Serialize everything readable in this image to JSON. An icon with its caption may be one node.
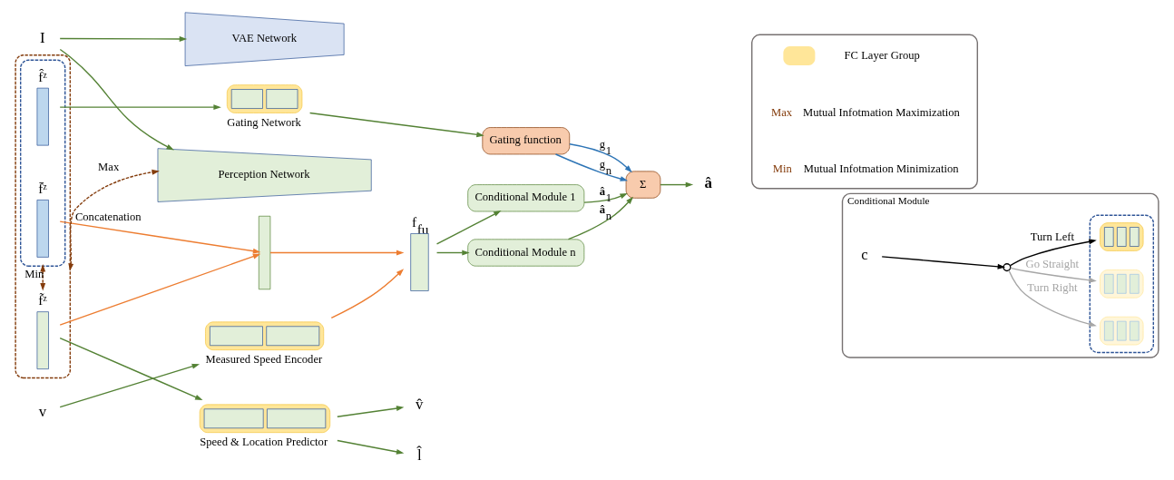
{
  "diagram": {
    "nodes": [
      {
        "text": [
          "I"
        ]
      },
      {
        "text": [
          "VAE Network"
        ]
      },
      {
        "text": [
          "Perception Network"
        ]
      },
      {
        "text": [],
        "shape": "box"
      },
      {
        "text": [],
        "shape": "box",
        "in": 3
      },
      {
        "text": [
          "f̂ᶻ"
        ],
        "in": 4
      },
      {
        "text": [
          "f̄ᶻ"
        ],
        "in": 4
      },
      {
        "text": [
          "f̃ᶻ"
        ],
        "in": 3
      },
      {
        "text": [
          "Gating Network"
        ]
      },
      {
        "text": [
          "Gating function"
        ]
      },
      {
        "text": [],
        "shape": "bar"
      },
      {
        "text": [
          "v"
        ]
      },
      {
        "text": [
          "Measured Speed Encoder"
        ]
      },
      {
        "text": [
          "f$_{fu}$"
        ]
      },
      {
        "text": [
          "Conditional Module 1"
        ]
      },
      {
        "text": [
          "Conditional Module n"
        ]
      },
      {
        "text": [
          "Σ"
        ]
      },
      {
        "text": [
          "**â**"
        ]
      },
      {
        "text": [
          "Speed & Location Predictor"
        ]
      },
      {
        "text": [
          "v̂"
        ]
      },
      {
        "text": [
          "l̂"
        ]
      },
      {
        "text": [],
        "shape": "box"
      },
      {
        "text": [
          "Conditional Module"
        ]
      },
      {
        "text": [
          "c"
        ],
        "in": 22
      },
      {
        "text": [],
        "shape": "circle",
        "in": 22
      },
      {
        "text": [],
        "shape": "box",
        "in": 22
      },
      {
        "text": [],
        "shape": "box",
        "in": 25
      },
      {
        "text": [],
        "shape": "box",
        "in": 25
      },
      {
        "text": [],
        "shape": "box",
        "in": 25
      }
    ],
    "edges": [
      {
        "from": 0,
        "to": 1,
        "arrow": "to"
      },
      {
        "from": 0,
        "to": 2,
        "arrow": "to"
      },
      {
        "from": 5,
        "to": 8,
        "arrow": "to"
      },
      {
        "from": 8,
        "to": 9,
        "arrow": "to"
      },
      {
        "from": 6,
        "to": 10,
        "arrow": "to",
        "label": "Concatenation",
        "color": "#ed7d31"
      },
      {
        "from": 7,
        "to": 10,
        "arrow": "to",
        "color": "#ed7d31"
      },
      {
        "from": 10,
        "to": 13,
        "arrow": "to",
        "color": "#ed7d31"
      },
      {
        "from": 11,
        "to": 12,
        "arrow": "to"
      },
      {
        "from": 12,
        "to": 13,
        "arrow": "to",
        "color": "#ed7d31"
      },
      {
        "from": 7,
        "to": 18,
        "arrow": "to"
      },
      {
        "from": 18,
        "to": 19,
        "arrow": "to"
      },
      {
        "from": 18,
        "to": 20,
        "arrow": "to"
      },
      {
        "from": 13,
        "to": 14,
        "arrow": "to"
      },
      {
        "from": 13,
        "to": 15,
        "arrow": "to"
      },
      {
        "from": 9,
        "to": 16,
        "arrow": "to",
        "label": "g$_{1}$",
        "color": "#2e75b6"
      },
      {
        "from": 9,
        "to": 16,
        "arrow": "to",
        "label": "g$_{n}$",
        "color": "#2e75b6"
      },
      {
        "from": 14,
        "to": 16,
        "arrow": "to",
        "label": "**â**$_{1}$"
      },
      {
        "from": 15,
        "to": 16,
        "arrow": "to",
        "label": "**â**$_{n}$"
      },
      {
        "from": 16,
        "to": 17,
        "arrow": "to"
      },
      {
        "from": 4,
        "to": 7,
        "arrow": "both",
        "label": "Min",
        "style": "dashed",
        "color": "#843c0c"
      },
      {
        "from": 3,
        "to": 2,
        "arrow": "both",
        "label": "Max",
        "style": "dashed",
        "color": "#843c0c"
      },
      {
        "from": 23,
        "to": 24,
        "arrow": "to",
        "color": "#000000"
      },
      {
        "from": 24,
        "to": 26,
        "arrow": "to",
        "label": "Turn Left",
        "color": "#000000"
      },
      {
        "from": 24,
        "to": 27,
        "arrow": "to",
        "label": "Go Straight",
        "color": "#a6a6a6"
      },
      {
        "from": 24,
        "to": 28,
        "arrow": "to",
        "label": "Turn Right",
        "color": "#a6a6a6"
      }
    ],
    "labels": [
      "Max",
      "Min"
    ],
    "legend": [
      {
        "text": "FC Layer Group",
        "color": "#ffe699"
      },
      {
        "text": "Mutual Infotmation Maximization"
      },
      {
        "text": "Mutual Infotmation Minimization"
      }
    ]
  }
}
